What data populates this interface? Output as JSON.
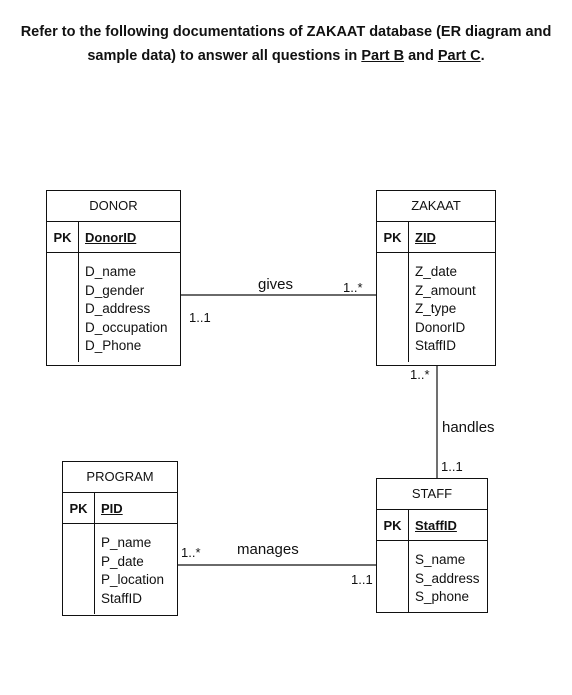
{
  "header": {
    "line1": "Refer to the following documentations of ZAKAAT database (ER diagram and",
    "line2_pre": "sample data) to answer all questions in ",
    "part_b": "Part B",
    "and": " and ",
    "part_c": "Part C",
    "period": "."
  },
  "entities": {
    "donor": {
      "name": "DONOR",
      "pk_label": "PK",
      "key": "DonorID",
      "attributes": [
        "D_name",
        "D_gender",
        "D_address",
        "D_occupation",
        "D_Phone"
      ]
    },
    "zakaat": {
      "name": "ZAKAAT",
      "pk_label": "PK",
      "key": "ZID",
      "attributes": [
        "Z_date",
        "Z_amount",
        "Z_type",
        "DonorID",
        "StaffID"
      ]
    },
    "program": {
      "name": "PROGRAM",
      "pk_label": "PK",
      "key": "PID",
      "attributes": [
        "P_name",
        "P_date",
        "P_location",
        "StaffID"
      ]
    },
    "staff": {
      "name": "STAFF",
      "pk_label": "PK",
      "key": "StaffID",
      "attributes": [
        "S_name",
        "S_address",
        "S_phone"
      ]
    }
  },
  "relationships": {
    "gives": {
      "label": "gives",
      "donor_card": "1..1",
      "zakaat_card": "1..*"
    },
    "handles": {
      "label": "handles",
      "zakaat_card": "1..*",
      "staff_card": "1..1"
    },
    "manages": {
      "label": "manages",
      "program_card": "1..*",
      "staff_card": "1..1"
    }
  }
}
